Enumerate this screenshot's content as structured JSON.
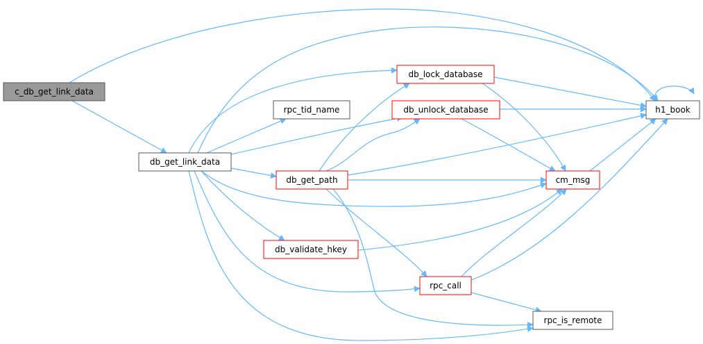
{
  "colors": {
    "edge": "#63b8ff",
    "node_border_default": "#555555",
    "node_border_incomplete": "#ff0000",
    "node_fill_default": "#ffffff",
    "node_fill_focus": "#999999"
  },
  "nodes": {
    "c_db_get_link_data": {
      "label": "c_db_get_link_data",
      "style": "focus"
    },
    "db_get_link_data": {
      "label": "db_get_link_data",
      "style": "default"
    },
    "rpc_tid_name": {
      "label": "rpc_tid_name",
      "style": "default"
    },
    "db_lock_database": {
      "label": "db_lock_database",
      "style": "incomplete"
    },
    "db_unlock_database": {
      "label": "db_unlock_database",
      "style": "incomplete"
    },
    "db_get_path": {
      "label": "db_get_path",
      "style": "incomplete"
    },
    "db_validate_hkey": {
      "label": "db_validate_hkey",
      "style": "incomplete"
    },
    "rpc_call": {
      "label": "rpc_call",
      "style": "incomplete"
    },
    "cm_msg": {
      "label": "cm_msg",
      "style": "incomplete"
    },
    "h1_book": {
      "label": "h1_book",
      "style": "default"
    },
    "rpc_is_remote": {
      "label": "rpc_is_remote",
      "style": "default"
    }
  },
  "edges": [
    [
      "c_db_get_link_data",
      "db_get_link_data"
    ],
    [
      "c_db_get_link_data",
      "h1_book"
    ],
    [
      "db_get_link_data",
      "rpc_tid_name"
    ],
    [
      "db_get_link_data",
      "db_lock_database"
    ],
    [
      "db_get_link_data",
      "db_unlock_database"
    ],
    [
      "db_get_link_data",
      "db_get_path"
    ],
    [
      "db_get_link_data",
      "db_validate_hkey"
    ],
    [
      "db_get_link_data",
      "rpc_call"
    ],
    [
      "db_get_link_data",
      "cm_msg"
    ],
    [
      "db_get_link_data",
      "h1_book"
    ],
    [
      "db_get_link_data",
      "rpc_is_remote"
    ],
    [
      "db_get_path",
      "db_lock_database"
    ],
    [
      "db_get_path",
      "db_unlock_database"
    ],
    [
      "db_get_path",
      "cm_msg"
    ],
    [
      "db_get_path",
      "h1_book"
    ],
    [
      "db_get_path",
      "rpc_call"
    ],
    [
      "db_get_path",
      "rpc_is_remote"
    ],
    [
      "db_lock_database",
      "h1_book"
    ],
    [
      "db_lock_database",
      "cm_msg"
    ],
    [
      "db_unlock_database",
      "h1_book"
    ],
    [
      "db_unlock_database",
      "cm_msg"
    ],
    [
      "db_validate_hkey",
      "cm_msg"
    ],
    [
      "rpc_call",
      "cm_msg"
    ],
    [
      "rpc_call",
      "h1_book"
    ],
    [
      "rpc_call",
      "rpc_is_remote"
    ],
    [
      "cm_msg",
      "h1_book"
    ],
    [
      "h1_book",
      "h1_book"
    ]
  ]
}
